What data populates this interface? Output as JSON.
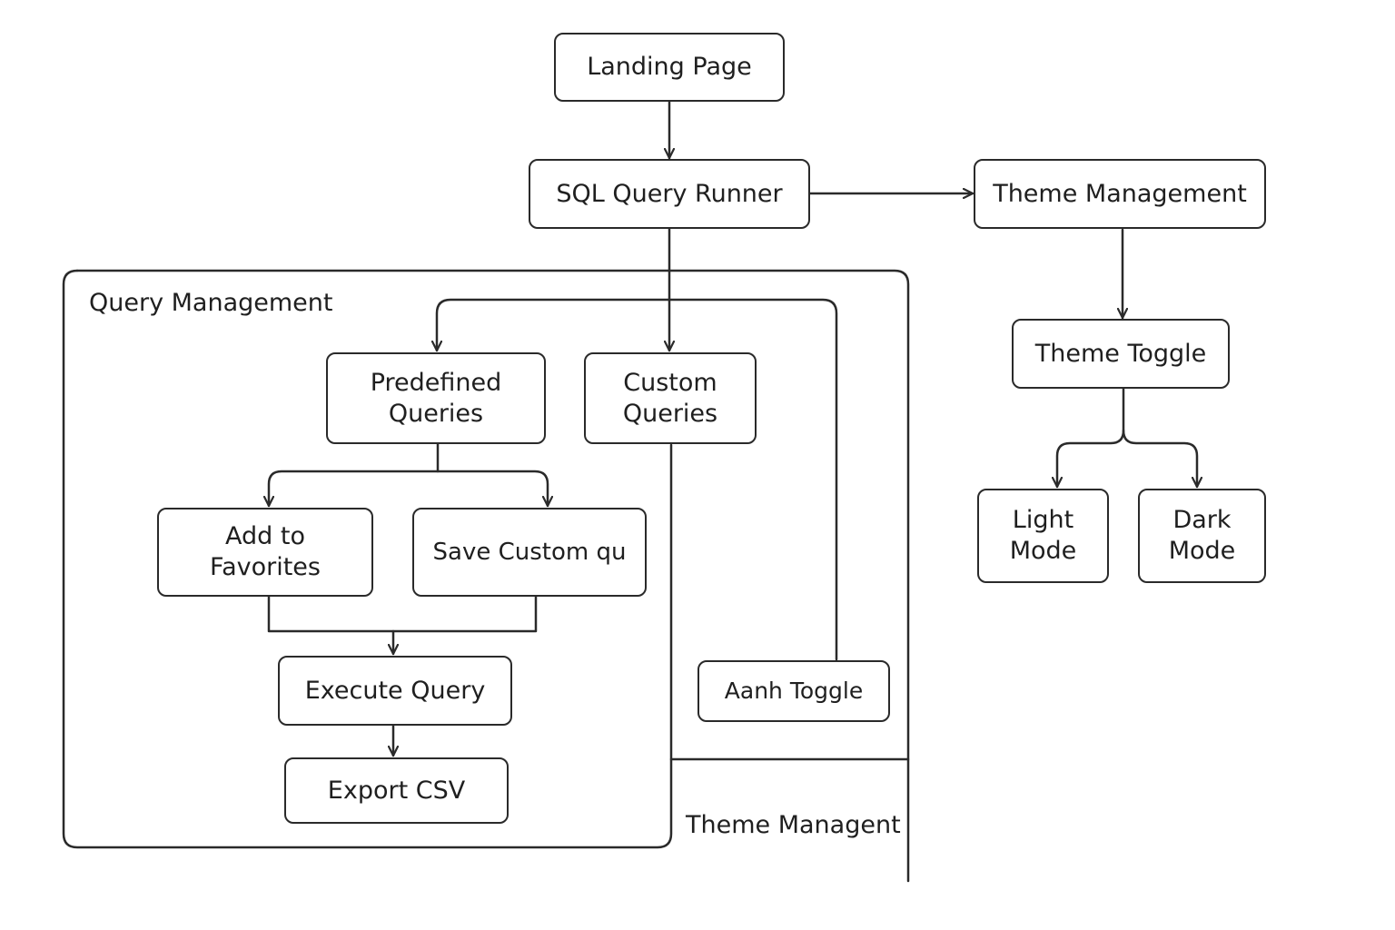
{
  "nodes": {
    "landing_page": "Landing Page",
    "sql_query_runner": "SQL Query Runner",
    "theme_management": "Theme Management",
    "theme_toggle": "Theme Toggle",
    "light_mode": [
      "Light",
      "Mode"
    ],
    "dark_mode": [
      "Dark",
      "Mode"
    ],
    "predefined_queries": [
      "Predefined",
      "Queries"
    ],
    "custom_queries": [
      "Custom",
      "Queries"
    ],
    "add_to_favorites": [
      "Add to",
      "Favorites"
    ],
    "save_custom": "Save Custom qu",
    "execute_query": "Execute Query",
    "export_csv": "Export CSV",
    "aanh_toggle": "Aanh Toggle"
  },
  "groups": {
    "query_management": "Query Management",
    "theme_managent": "Theme Managent"
  },
  "edges": [
    {
      "from": "Landing Page",
      "to": "SQL Query Runner"
    },
    {
      "from": "SQL Query Runner",
      "to": "Theme Management"
    },
    {
      "from": "SQL Query Runner",
      "to": "Custom Queries"
    },
    {
      "from": "Aanh Toggle",
      "to": "Predefined Queries"
    },
    {
      "from": "Theme Management",
      "to": "Theme Toggle"
    },
    {
      "from": "Theme Toggle",
      "to": "Light Mode"
    },
    {
      "from": "Theme Toggle",
      "to": "Dark Mode"
    },
    {
      "from": "Predefined Queries",
      "to": "Add to Favorites"
    },
    {
      "from": "Predefined Queries",
      "to": "Save Custom qu"
    },
    {
      "from": "Add to Favorites",
      "to": "Execute Query"
    },
    {
      "from": "Save Custom qu",
      "to": "Execute Query"
    },
    {
      "from": "Execute Query",
      "to": "Export CSV"
    }
  ]
}
